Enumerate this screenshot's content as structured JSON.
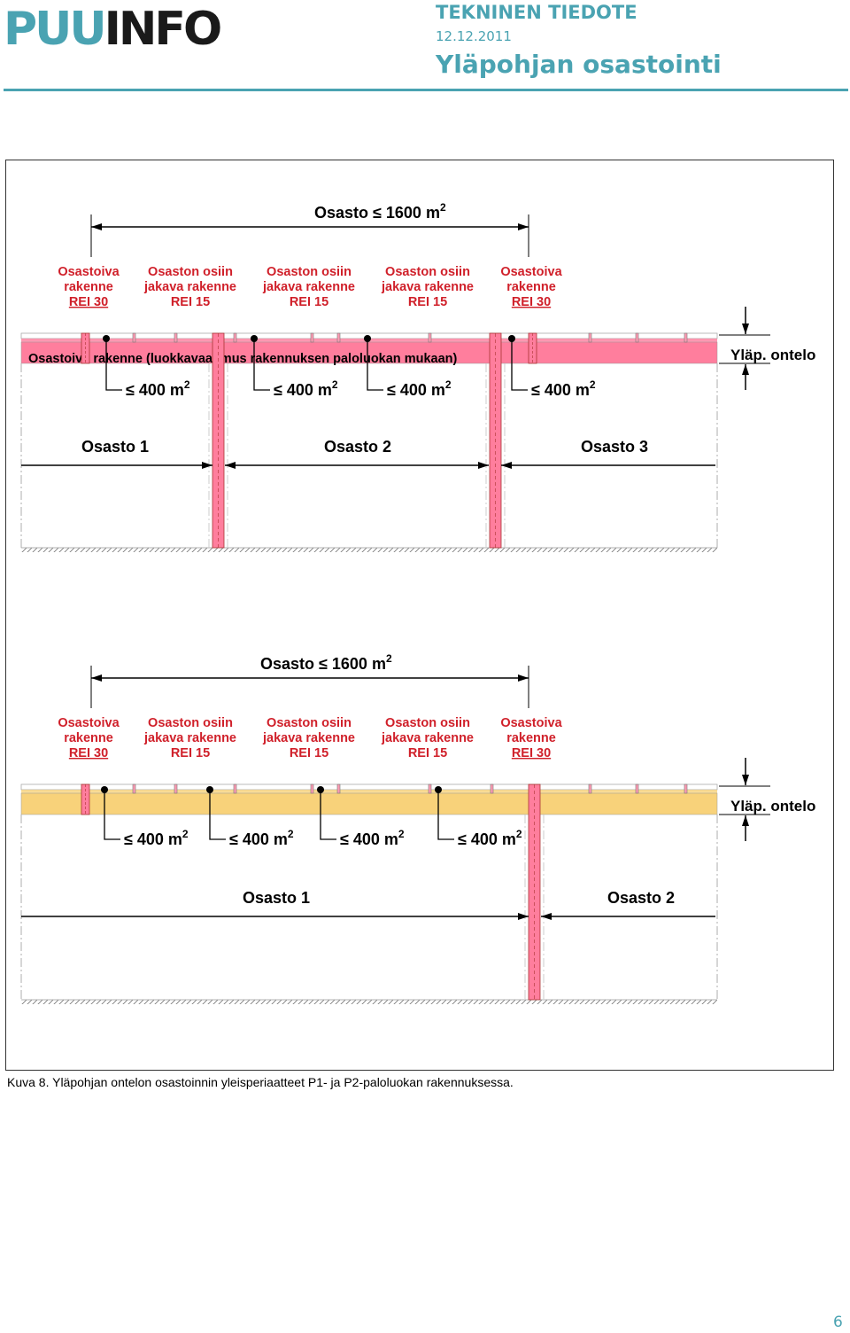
{
  "header": {
    "logo_text": "PUUINFO",
    "doc_type": "TEKNINEN TIEDOTE",
    "date": "12.12.2011",
    "title": "Yläpohjan osastointi"
  },
  "diagrams": [
    {
      "total_label": "Osasto ≤ 1600 m²",
      "top_labels": [
        {
          "lines": [
            "Osastoiva",
            "rakenne",
            "REI 30"
          ],
          "underline_last": true
        },
        {
          "lines": [
            "Osaston osiin",
            "jakava rakenne",
            "REI 15"
          ],
          "underline_last": false
        },
        {
          "lines": [
            "Osaston osiin",
            "jakava rakenne",
            "REI 15"
          ],
          "underline_last": false
        },
        {
          "lines": [
            "Osaston osiin",
            "jakava rakenne",
            "REI 15"
          ],
          "underline_last": false
        },
        {
          "lines": [
            "Osastoiva",
            "rakenne",
            "REI 30"
          ],
          "underline_last": true
        }
      ],
      "band_label": "Osastoiva rakenne (luokkavaatimus rakennuksen paloluokan mukaan)",
      "side_label": "Yläp. ontelo",
      "area_labels": [
        "≤ 400 m²",
        "≤ 400 m²",
        "≤ 400 m²",
        "≤ 400 m²"
      ],
      "compartments": [
        "Osasto 1",
        "Osasto 2",
        "Osasto 3"
      ]
    },
    {
      "total_label": "Osasto ≤ 1600 m²",
      "top_labels": [
        {
          "lines": [
            "Osastoiva",
            "rakenne",
            "REI 30"
          ],
          "underline_last": true
        },
        {
          "lines": [
            "Osaston osiin",
            "jakava rakenne",
            "REI 15"
          ],
          "underline_last": false
        },
        {
          "lines": [
            "Osaston osiin",
            "jakava rakenne",
            "REI 15"
          ],
          "underline_last": false
        },
        {
          "lines": [
            "Osaston osiin",
            "jakava rakenne",
            "REI 15"
          ],
          "underline_last": false
        },
        {
          "lines": [
            "Osastoiva",
            "rakenne",
            "REI 30"
          ],
          "underline_last": true
        }
      ],
      "side_label": "Yläp. ontelo",
      "area_labels": [
        "≤ 400 m²",
        "≤ 400 m²",
        "≤ 400 m²",
        "≤ 400 m²"
      ],
      "compartments": [
        "Osasto 1",
        "Osasto 2"
      ]
    }
  ],
  "caption": "Kuva 8. Yläpohjan ontelon osastoinnin yleisperiaatteet P1- ja P2-paloluokan rakennuksessa.",
  "page_number": "6",
  "colors": {
    "accent": "#4aa3b2",
    "logo_dark": "#1a1a1a",
    "label_red": "#d0202a",
    "fire_pink": "#ff7e9d",
    "band_yellow": "#f8d27a"
  }
}
